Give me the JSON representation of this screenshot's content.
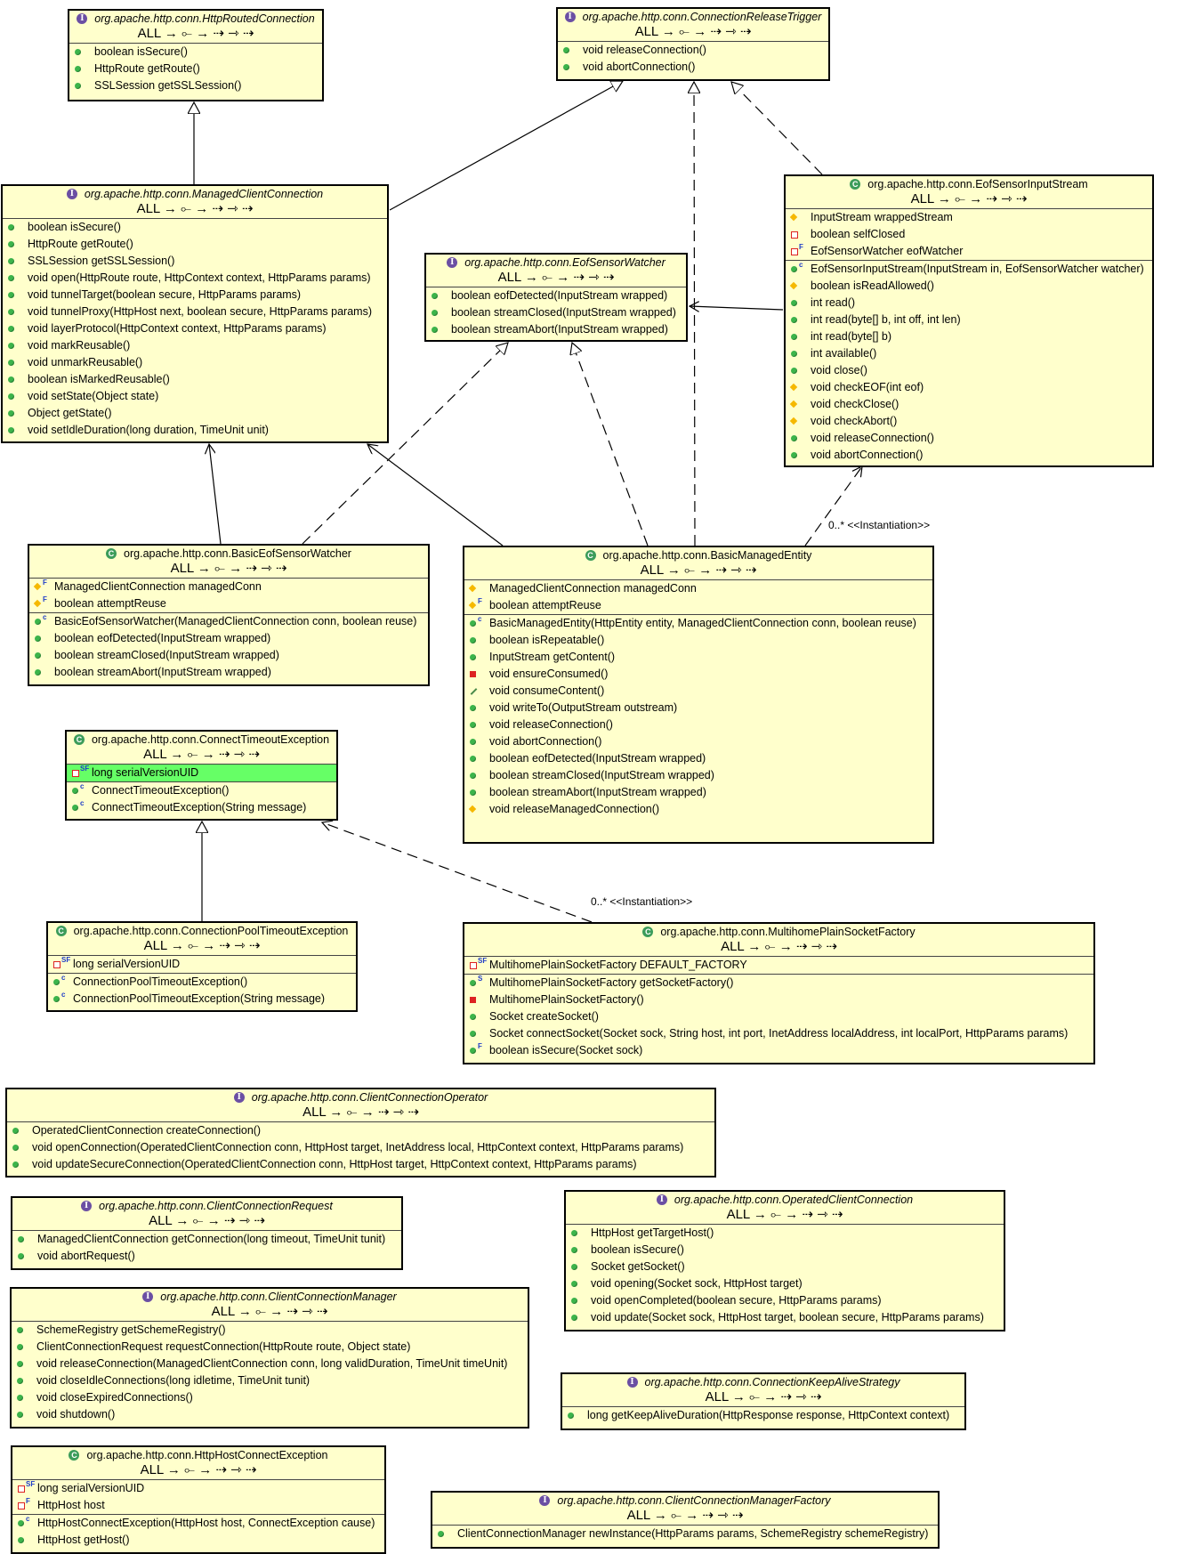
{
  "filter_label": "ALL",
  "edge_labels": {
    "inst1": "0..* <<Instantiation>>",
    "inst2": "0..* <<Instantiation>>"
  },
  "boxes": {
    "routed": {
      "kind": "interface",
      "title": "org.apache.http.conn.HttpRoutedConnection",
      "fields": [],
      "methods": [
        {
          "icon": "public",
          "text": "boolean isSecure()"
        },
        {
          "icon": "public",
          "text": "HttpRoute getRoute()"
        },
        {
          "icon": "public",
          "text": "SSLSession getSSLSession()"
        }
      ]
    },
    "release": {
      "kind": "interface",
      "title": "org.apache.http.conn.ConnectionReleaseTrigger",
      "fields": [],
      "methods": [
        {
          "icon": "public",
          "text": "void releaseConnection()"
        },
        {
          "icon": "public",
          "text": "void abortConnection()"
        }
      ]
    },
    "managed": {
      "kind": "interface",
      "title": "org.apache.http.conn.ManagedClientConnection",
      "fields": [],
      "methods": [
        {
          "icon": "public",
          "text": "boolean isSecure()"
        },
        {
          "icon": "public",
          "text": "HttpRoute getRoute()"
        },
        {
          "icon": "public",
          "text": "SSLSession getSSLSession()"
        },
        {
          "icon": "public",
          "text": "void open(HttpRoute route, HttpContext context, HttpParams params)"
        },
        {
          "icon": "public",
          "text": "void tunnelTarget(boolean secure, HttpParams params)"
        },
        {
          "icon": "public",
          "text": "void tunnelProxy(HttpHost next, boolean secure, HttpParams params)"
        },
        {
          "icon": "public",
          "text": "void layerProtocol(HttpContext context, HttpParams params)"
        },
        {
          "icon": "public",
          "text": "void markReusable()"
        },
        {
          "icon": "public",
          "text": "void unmarkReusable()"
        },
        {
          "icon": "public",
          "text": "boolean isMarkedReusable()"
        },
        {
          "icon": "public",
          "text": "void setState(Object state)"
        },
        {
          "icon": "public",
          "text": "Object getState()"
        },
        {
          "icon": "public",
          "text": "void setIdleDuration(long duration, TimeUnit unit)"
        }
      ]
    },
    "eofwatcher": {
      "kind": "interface",
      "title": "org.apache.http.conn.EofSensorWatcher",
      "fields": [],
      "methods": [
        {
          "icon": "public",
          "text": "boolean eofDetected(InputStream wrapped)"
        },
        {
          "icon": "public",
          "text": "boolean streamClosed(InputStream wrapped)"
        },
        {
          "icon": "public",
          "text": "boolean streamAbort(InputStream wrapped)"
        }
      ]
    },
    "eofinput": {
      "kind": "class",
      "title": "org.apache.http.conn.EofSensorInputStream",
      "fields": [
        {
          "icon": "protected",
          "text": "InputStream wrappedStream"
        },
        {
          "icon": "private",
          "text": "boolean selfClosed"
        },
        {
          "icon": "private",
          "mod": "F",
          "text": "EofSensorWatcher eofWatcher"
        }
      ],
      "methods": [
        {
          "icon": "public",
          "mod": "c",
          "text": "EofSensorInputStream(InputStream in, EofSensorWatcher watcher)"
        },
        {
          "icon": "protected",
          "text": "boolean isReadAllowed()"
        },
        {
          "icon": "public",
          "text": "int read()"
        },
        {
          "icon": "public",
          "text": "int read(byte[] b, int off, int len)"
        },
        {
          "icon": "public",
          "text": "int read(byte[] b)"
        },
        {
          "icon": "public",
          "text": "int available()"
        },
        {
          "icon": "public",
          "text": "void close()"
        },
        {
          "icon": "protected",
          "text": "void checkEOF(int eof)"
        },
        {
          "icon": "protected",
          "text": "void checkClose()"
        },
        {
          "icon": "protected",
          "text": "void checkAbort()"
        },
        {
          "icon": "public",
          "text": "void releaseConnection()"
        },
        {
          "icon": "public",
          "text": "void abortConnection()"
        }
      ]
    },
    "basiceof": {
      "kind": "class",
      "title": "org.apache.http.conn.BasicEofSensorWatcher",
      "fields": [
        {
          "icon": "protected",
          "mod": "F",
          "text": "ManagedClientConnection managedConn"
        },
        {
          "icon": "protected",
          "mod": "F",
          "text": "boolean attemptReuse"
        }
      ],
      "methods": [
        {
          "icon": "public",
          "mod": "c",
          "text": "BasicEofSensorWatcher(ManagedClientConnection conn, boolean reuse)"
        },
        {
          "icon": "public",
          "text": "boolean eofDetected(InputStream wrapped)"
        },
        {
          "icon": "public",
          "text": "boolean streamClosed(InputStream wrapped)"
        },
        {
          "icon": "public",
          "text": "boolean streamAbort(InputStream wrapped)"
        }
      ]
    },
    "basicentity": {
      "kind": "class",
      "title": "org.apache.http.conn.BasicManagedEntity",
      "fields": [
        {
          "icon": "protected",
          "text": "ManagedClientConnection managedConn"
        },
        {
          "icon": "protected",
          "mod": "F",
          "text": "boolean attemptReuse"
        }
      ],
      "methods": [
        {
          "icon": "public",
          "mod": "c",
          "text": "BasicManagedEntity(HttpEntity entity, ManagedClientConnection conn, boolean reuse)"
        },
        {
          "icon": "public",
          "text": "boolean isRepeatable()"
        },
        {
          "icon": "public",
          "text": "InputStream getContent()"
        },
        {
          "icon": "private-fill",
          "text": "void ensureConsumed()"
        },
        {
          "icon": "default",
          "text": "void consumeContent()"
        },
        {
          "icon": "public",
          "text": "void writeTo(OutputStream outstream)"
        },
        {
          "icon": "public",
          "text": "void releaseConnection()"
        },
        {
          "icon": "public",
          "text": "void abortConnection()"
        },
        {
          "icon": "public",
          "text": "boolean eofDetected(InputStream wrapped)"
        },
        {
          "icon": "public",
          "text": "boolean streamClosed(InputStream wrapped)"
        },
        {
          "icon": "public",
          "text": "boolean streamAbort(InputStream wrapped)"
        },
        {
          "icon": "protected",
          "text": "void releaseManagedConnection()"
        }
      ]
    },
    "timeout": {
      "kind": "class",
      "title": "org.apache.http.conn.ConnectTimeoutException",
      "fields": [
        {
          "icon": "private",
          "mod": "SF",
          "text": "long serialVersionUID",
          "highlight": true
        }
      ],
      "methods": [
        {
          "icon": "public",
          "mod": "c",
          "text": "ConnectTimeoutException()"
        },
        {
          "icon": "public",
          "mod": "c",
          "text": "ConnectTimeoutException(String message)"
        }
      ]
    },
    "pooltimeout": {
      "kind": "class",
      "title": "org.apache.http.conn.ConnectionPoolTimeoutException",
      "fields": [
        {
          "icon": "private",
          "mod": "SF",
          "text": "long serialVersionUID"
        }
      ],
      "methods": [
        {
          "icon": "public",
          "mod": "c",
          "text": "ConnectionPoolTimeoutException()"
        },
        {
          "icon": "public",
          "mod": "c",
          "text": "ConnectionPoolTimeoutException(String message)"
        }
      ]
    },
    "multihome": {
      "kind": "class",
      "title": "org.apache.http.conn.MultihomePlainSocketFactory",
      "fields": [
        {
          "icon": "private",
          "mod": "SF",
          "text": "MultihomePlainSocketFactory DEFAULT_FACTORY"
        }
      ],
      "methods": [
        {
          "icon": "public",
          "mod": "S",
          "text": "MultihomePlainSocketFactory getSocketFactory()"
        },
        {
          "icon": "private-fill",
          "text": "MultihomePlainSocketFactory()"
        },
        {
          "icon": "public",
          "text": "Socket createSocket()"
        },
        {
          "icon": "public",
          "text": "Socket connectSocket(Socket sock, String host, int port, InetAddress localAddress, int localPort, HttpParams params)"
        },
        {
          "icon": "public",
          "mod": "F",
          "text": "boolean isSecure(Socket sock)"
        }
      ]
    },
    "operator": {
      "kind": "interface",
      "title": "org.apache.http.conn.ClientConnectionOperator",
      "fields": [],
      "methods": [
        {
          "icon": "public",
          "text": "OperatedClientConnection createConnection()"
        },
        {
          "icon": "public",
          "text": "void openConnection(OperatedClientConnection conn, HttpHost target, InetAddress local, HttpContext context, HttpParams params)"
        },
        {
          "icon": "public",
          "text": "void updateSecureConnection(OperatedClientConnection conn, HttpHost target, HttpContext context, HttpParams params)"
        }
      ]
    },
    "request": {
      "kind": "interface",
      "title": "org.apache.http.conn.ClientConnectionRequest",
      "fields": [],
      "methods": [
        {
          "icon": "public",
          "text": "ManagedClientConnection getConnection(long timeout, TimeUnit tunit)"
        },
        {
          "icon": "public",
          "text": "void abortRequest()"
        }
      ]
    },
    "operated": {
      "kind": "interface",
      "title": "org.apache.http.conn.OperatedClientConnection",
      "fields": [],
      "methods": [
        {
          "icon": "public",
          "text": "HttpHost getTargetHost()"
        },
        {
          "icon": "public",
          "text": "boolean isSecure()"
        },
        {
          "icon": "public",
          "text": "Socket getSocket()"
        },
        {
          "icon": "public",
          "text": "void opening(Socket sock, HttpHost target)"
        },
        {
          "icon": "public",
          "text": "void openCompleted(boolean secure, HttpParams params)"
        },
        {
          "icon": "public",
          "text": "void update(Socket sock, HttpHost target, boolean secure, HttpParams params)"
        }
      ]
    },
    "manager": {
      "kind": "interface",
      "title": "org.apache.http.conn.ClientConnectionManager",
      "fields": [],
      "methods": [
        {
          "icon": "public",
          "text": "SchemeRegistry getSchemeRegistry()"
        },
        {
          "icon": "public",
          "text": "ClientConnectionRequest requestConnection(HttpRoute route, Object state)"
        },
        {
          "icon": "public",
          "text": "void releaseConnection(ManagedClientConnection conn, long validDuration, TimeUnit timeUnit)"
        },
        {
          "icon": "public",
          "text": "void closeIdleConnections(long idletime, TimeUnit tunit)"
        },
        {
          "icon": "public",
          "text": "void closeExpiredConnections()"
        },
        {
          "icon": "public",
          "text": "void shutdown()"
        }
      ]
    },
    "keepalive": {
      "kind": "interface",
      "title": "org.apache.http.conn.ConnectionKeepAliveStrategy",
      "fields": [],
      "methods": [
        {
          "icon": "public",
          "text": "long getKeepAliveDuration(HttpResponse response, HttpContext context)"
        }
      ]
    },
    "hostconnect": {
      "kind": "class",
      "title": "org.apache.http.conn.HttpHostConnectException",
      "fields": [
        {
          "icon": "private",
          "mod": "SF",
          "text": "long serialVersionUID"
        },
        {
          "icon": "private",
          "mod": "F",
          "text": "HttpHost host"
        }
      ],
      "methods": [
        {
          "icon": "public",
          "mod": "c",
          "text": "HttpHostConnectException(HttpHost host, ConnectException cause)"
        },
        {
          "icon": "public",
          "text": "HttpHost getHost()"
        }
      ]
    },
    "factory": {
      "kind": "interface",
      "title": "org.apache.http.conn.ClientConnectionManagerFactory",
      "fields": [],
      "methods": [
        {
          "icon": "public",
          "text": "ClientConnectionManager newInstance(HttpParams params, SchemeRegistry schemeRegistry)"
        }
      ]
    }
  }
}
